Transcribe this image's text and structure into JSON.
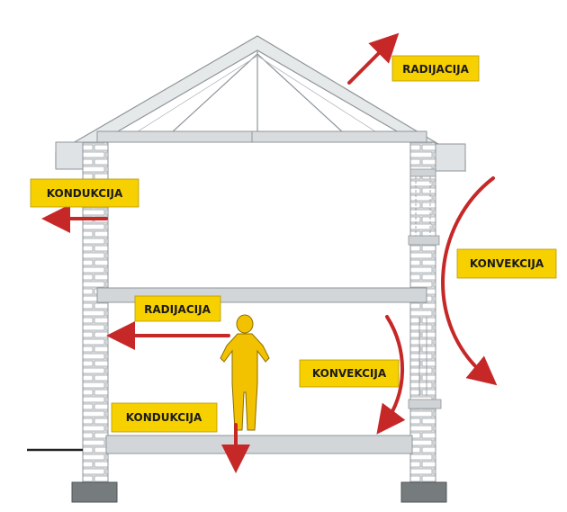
{
  "labels": {
    "radiation_roof": "RADIJACIJA",
    "conduction_upper": "KONDUKCIJA",
    "convection_outer": "KONVEKCIJA",
    "radiation_inner": "RADIJACIJA",
    "convection_inner": "KONVEKCIJA",
    "conduction_floor": "KONDUKCIJA"
  },
  "colors": {
    "label_fill": "#f7d000",
    "arrow": "#c62828",
    "person": "#f2c200",
    "wall": "#d6d9db",
    "slab": "#d2d6d8",
    "roof_line": "#9aa0a4"
  },
  "icons": {
    "person": "standing-person-icon"
  }
}
